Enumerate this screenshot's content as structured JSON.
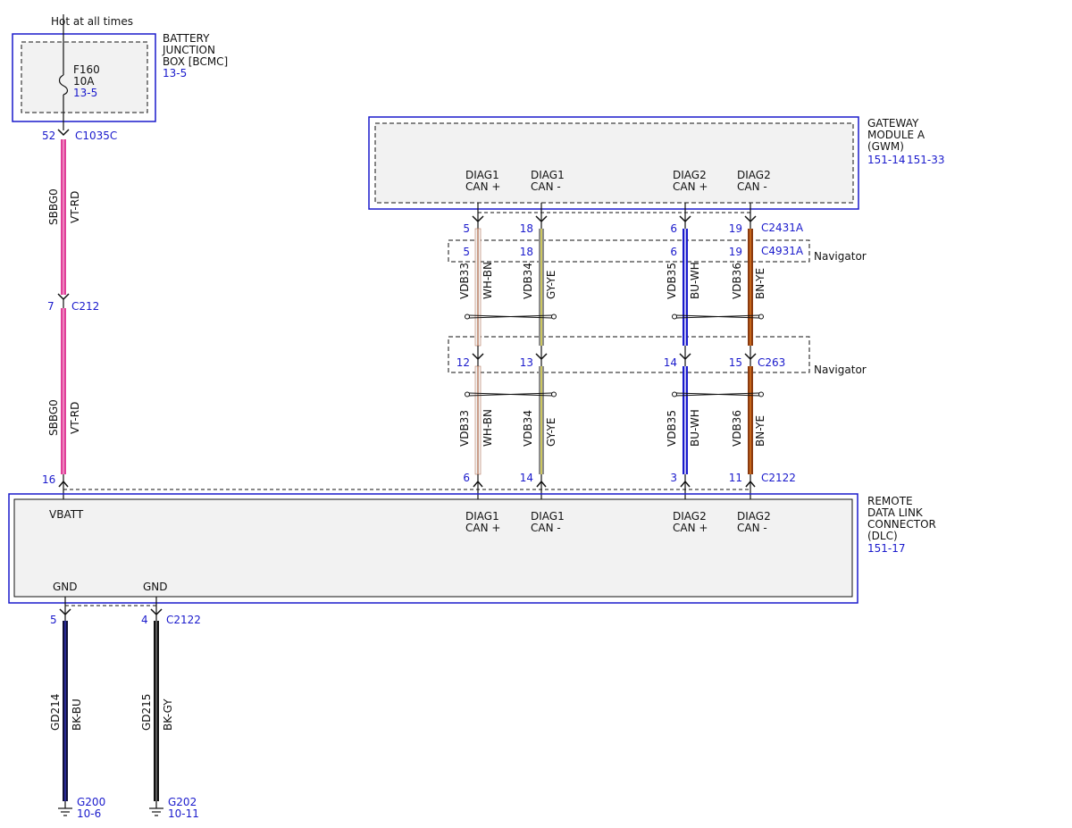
{
  "hot_label": "Hot at all times",
  "bjb": {
    "name_lines": [
      "BATTERY",
      "JUNCTION",
      "BOX [BCMC]"
    ],
    "ref": "13-5",
    "fuse": {
      "name": "F160",
      "rating": "10A",
      "ref": "13-5"
    }
  },
  "gwm": {
    "name_lines": [
      "GATEWAY",
      "MODULE A",
      "(GWM)"
    ],
    "refs": [
      "151-14",
      "151-33"
    ],
    "pins": [
      {
        "line1": "DIAG1",
        "line2": "CAN +"
      },
      {
        "line1": "DIAG1",
        "line2": "CAN -"
      },
      {
        "line1": "DIAG2",
        "line2": "CAN +"
      },
      {
        "line1": "DIAG2",
        "line2": "CAN -"
      }
    ]
  },
  "dlc": {
    "name_lines": [
      "REMOTE",
      "DATA LINK",
      "CONNECTOR",
      "(DLC)"
    ],
    "ref": "151-17",
    "vbatt": "VBATT",
    "gnd_labels": [
      "GND",
      "GND"
    ],
    "pins": [
      {
        "line1": "DIAG1",
        "line2": "CAN +"
      },
      {
        "line1": "DIAG1",
        "line2": "CAN -"
      },
      {
        "line1": "DIAG2",
        "line2": "CAN +"
      },
      {
        "line1": "DIAG2",
        "line2": "CAN -"
      }
    ]
  },
  "navigator_label": "Navigator",
  "power_wire": {
    "circuit": "SBBG0",
    "color": "VT-RD",
    "connector_top": {
      "pin": "52",
      "name": "C1035C"
    },
    "connector_mid": {
      "pin": "7",
      "name": "C212"
    },
    "dlc_pin": "16"
  },
  "can_connectors": {
    "c2431a": {
      "name": "C2431A",
      "pins": [
        "5",
        "18",
        "6",
        "19"
      ]
    },
    "c4931a": {
      "name": "C4931A",
      "pins": [
        "5",
        "18",
        "6",
        "19"
      ]
    },
    "c263": {
      "name": "C263",
      "pins": [
        "12",
        "13",
        "14",
        "15"
      ]
    },
    "c2122": {
      "name": "C2122",
      "pins": [
        "6",
        "14",
        "3",
        "11"
      ]
    }
  },
  "can_wires": [
    {
      "circuit": "VDB33",
      "color": "WH-BN",
      "base_hex": "#f2f2f2",
      "stripe_hex": "#b8795c"
    },
    {
      "circuit": "VDB34",
      "color": "GY-YE",
      "base_hex": "#8c8c8c",
      "stripe_hex": "#e8e04a"
    },
    {
      "circuit": "VDB35",
      "color": "BU-WH",
      "base_hex": "#1a1acc",
      "stripe_hex": "#ffffff"
    },
    {
      "circuit": "VDB36",
      "color": "BN-YE",
      "base_hex": "#8a3a10",
      "stripe_hex": "#e07a20"
    }
  ],
  "ground_wires": [
    {
      "circuit": "GD214",
      "color": "BK-BU",
      "pin": "5",
      "ground": "G200",
      "ref": "10-6"
    },
    {
      "circuit": "GD215",
      "color": "BK-GY",
      "pin": "4",
      "ground": "G202",
      "ref": "10-11"
    }
  ],
  "ground_connector": "C2122",
  "colors": {
    "module_border": "#1a1acc",
    "ref_text": "#1a1acc",
    "module_fill": "#f2f2f2",
    "power_wire": "#e0409a",
    "ground_bu": "#101038",
    "ground_gy": "#111111"
  }
}
